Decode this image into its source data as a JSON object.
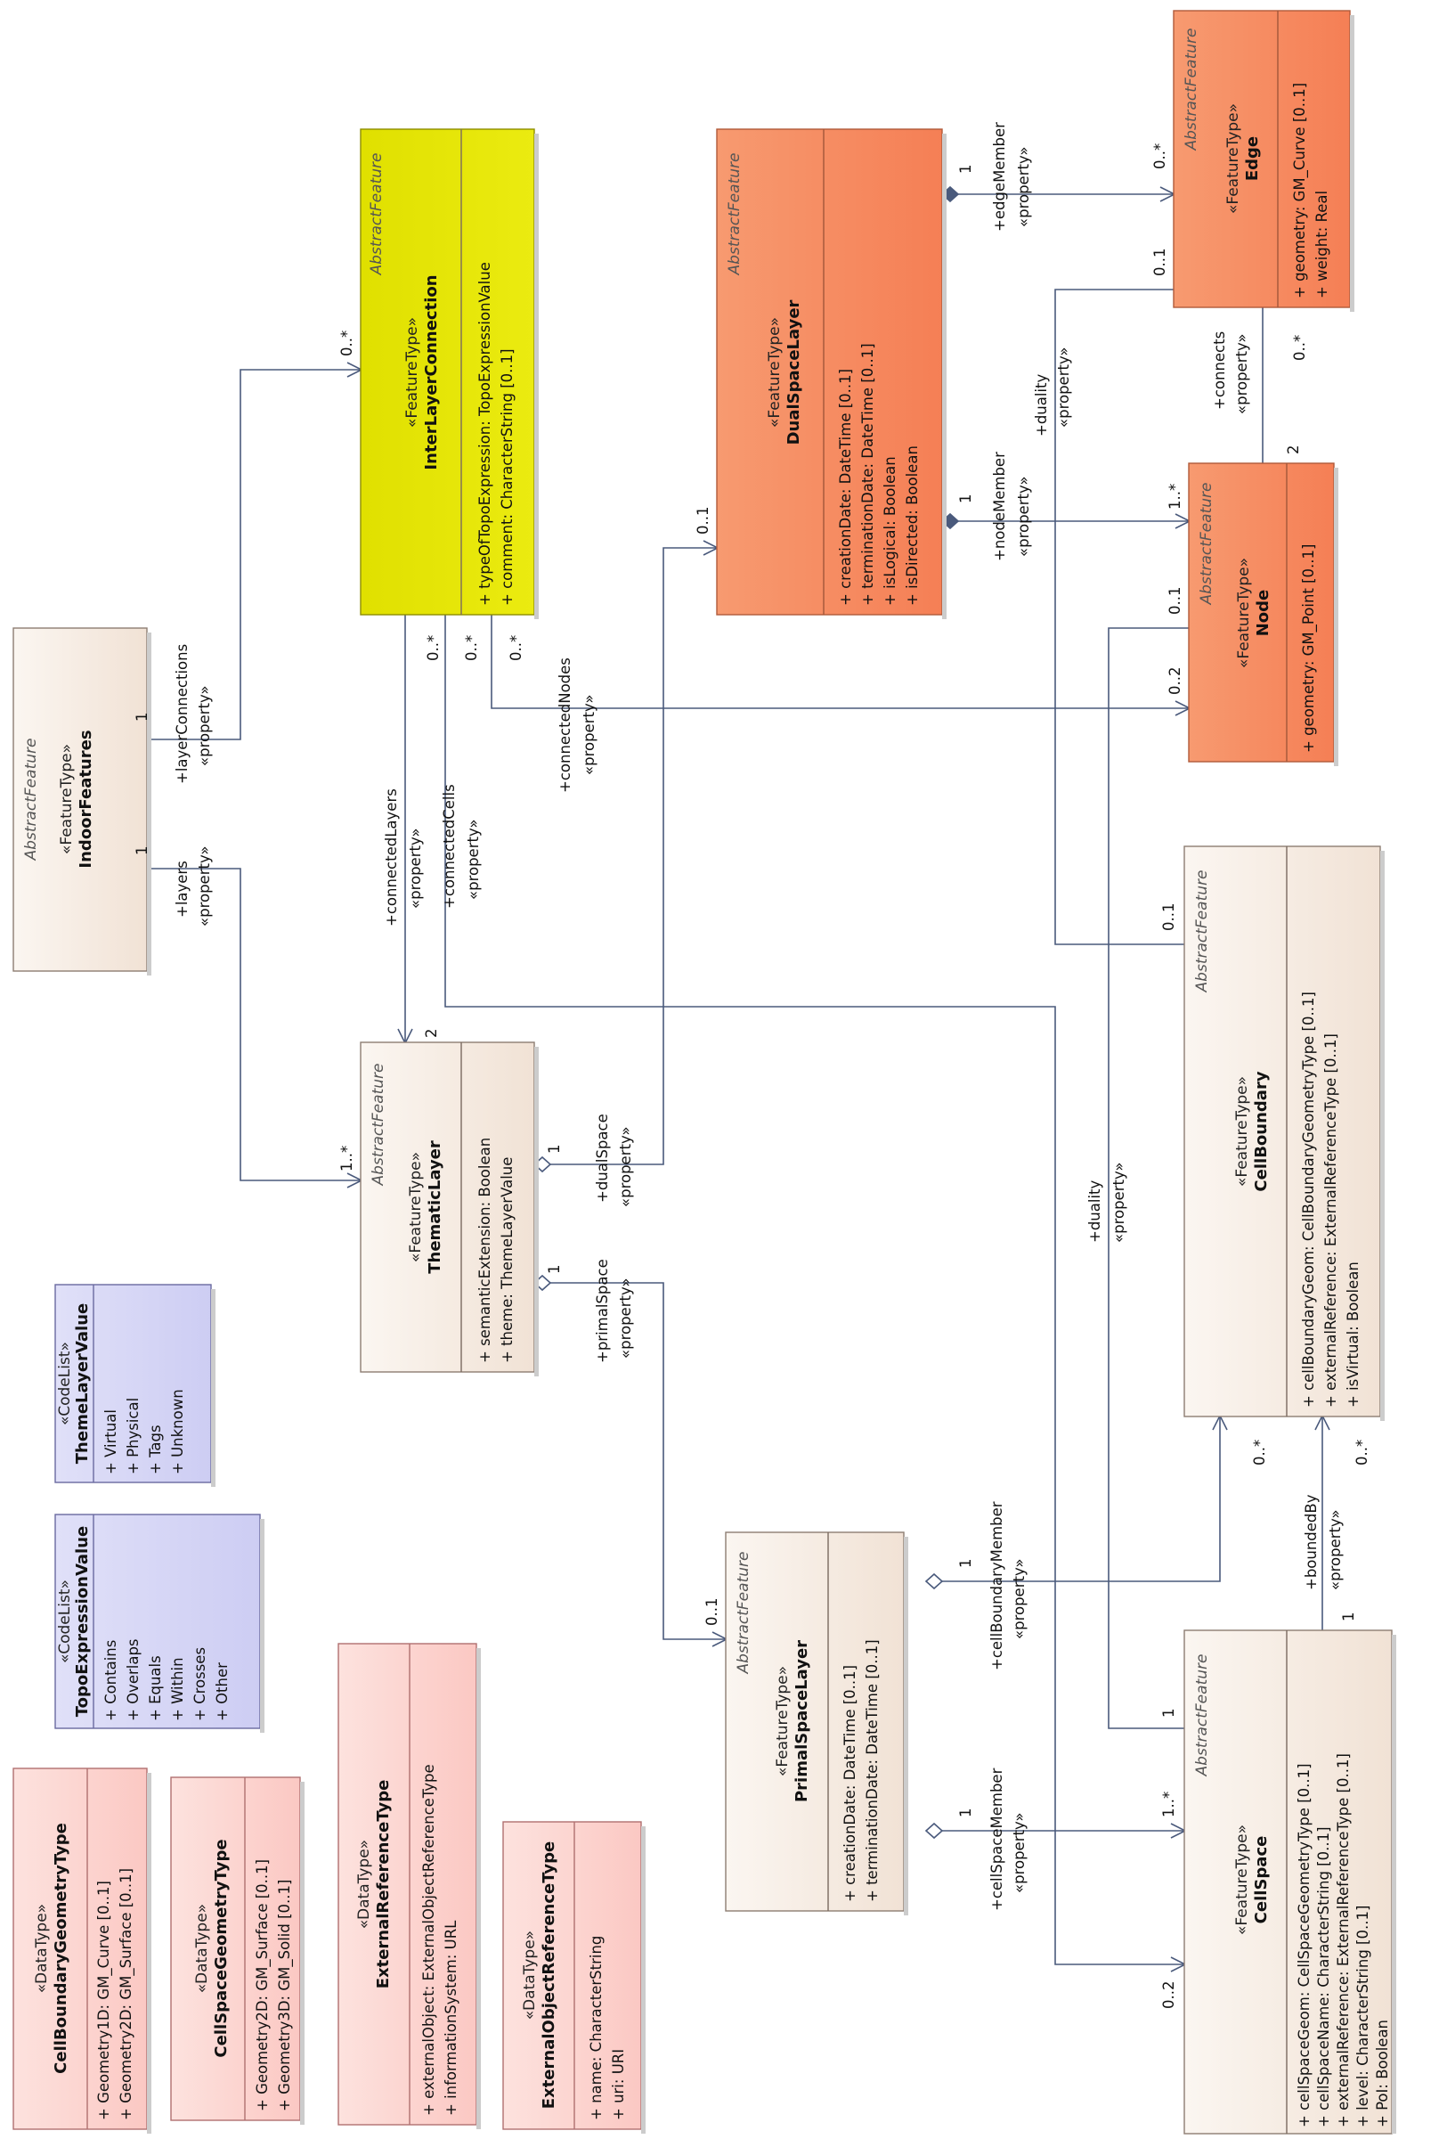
{
  "classes": {
    "indoor_features": {
      "abstract": "AbstractFeature",
      "stereotype": "«FeatureType»",
      "name": "IndoorFeatures"
    },
    "interlayer_connection": {
      "abstract": "AbstractFeature",
      "stereotype": "«FeatureType»",
      "name": "InterLayerConnection",
      "attrs": [
        "+  typeOfTopoExpression: TopoExpressionValue",
        "+  comment: CharacterString [0..1]"
      ]
    },
    "dual_space_layer": {
      "abstract": "AbstractFeature",
      "stereotype": "«FeatureType»",
      "name": "DualSpaceLayer",
      "attrs": [
        "+  creationDate: DateTime [0..1]",
        "+  terminationDate: DateTime [0..1]",
        "+  isLogical: Boolean",
        "+  isDirected: Boolean"
      ]
    },
    "edge": {
      "abstract": "AbstractFeature",
      "stereotype": "«FeatureType»",
      "name": "Edge",
      "attrs": [
        "+  geometry: GM_Curve [0..1]",
        "+  weight: Real"
      ]
    },
    "node": {
      "abstract": "AbstractFeature",
      "stereotype": "«FeatureType»",
      "name": "Node",
      "attrs": [
        "+  geometry: GM_Point [0..1]"
      ]
    },
    "thematic_layer": {
      "abstract": "AbstractFeature",
      "stereotype": "«FeatureType»",
      "name": "ThematicLayer",
      "attrs": [
        "+  semanticExtension: Boolean",
        "+  theme: ThemeLayerValue"
      ]
    },
    "cell_boundary": {
      "abstract": "AbstractFeature",
      "stereotype": "«FeatureType»",
      "name": "CellBoundary",
      "attrs": [
        "+  cellBoundaryGeom: CellBoundaryGeometryType [0..1]",
        "+  externalReference: ExternalReferenceType [0..1]",
        "+  isVirtual: Boolean"
      ]
    },
    "primal_space_layer": {
      "abstract": "AbstractFeature",
      "stereotype": "«FeatureType»",
      "name": "PrimalSpaceLayer",
      "attrs": [
        "+  creationDate: DateTime [0..1]",
        "+  terminationDate: DateTime [0..1]"
      ]
    },
    "cell_space": {
      "abstract": "AbstractFeature",
      "stereotype": "«FeatureType»",
      "name": "CellSpace",
      "attrs": [
        "+  cellSpaceGeom: CellSpaceGeometryType [0..1]",
        "+  cellSpaceName: CharacterString [0..1]",
        "+  externalReference: ExternalReferenceType [0..1]",
        "+  level: CharacterString [0..1]",
        "+  PoI: Boolean"
      ]
    },
    "theme_layer_value": {
      "stereotype": "«CodeList»",
      "name": "ThemeLayerValue",
      "attrs": [
        "+  Virtual",
        "+  Physical",
        "+  Tags",
        "+  Unknown"
      ]
    },
    "topo_expression_value": {
      "stereotype": "«CodeList»",
      "name": "TopoExpressionValue",
      "attrs": [
        "+  Contains",
        "+  Overlaps",
        "+  Equals",
        "+  Within",
        "+  Crosses",
        "+  Other"
      ]
    },
    "cell_boundary_geometry_type": {
      "stereotype": "«DataType»",
      "name": "CellBoundaryGeometryType",
      "attrs": [
        "+  Geometry1D: GM_Curve [0..1]",
        "+  Geometry2D: GM_Surface [0..1]"
      ]
    },
    "cell_space_geometry_type": {
      "stereotype": "«DataType»",
      "name": "CellSpaceGeometryType",
      "attrs": [
        "+  Geometry2D: GM_Surface [0..1]",
        "+  Geometry3D: GM_Solid [0..1]"
      ]
    },
    "external_reference_type": {
      "stereotype": "«DataType»",
      "name": "ExternalReferenceType",
      "attrs": [
        "+  externalObject: ExternalObjectReferenceType",
        "+  informationSystem: URL"
      ]
    },
    "external_object_reference_type": {
      "stereotype": "«DataType»",
      "name": "ExternalObjectReferenceType",
      "attrs": [
        "+  name: CharacterString",
        "+  uri: URI"
      ]
    }
  },
  "labels": {
    "layer_connections": "+layerConnections",
    "layers": "+layers",
    "property": "«property»",
    "connected_layers": "+connectedLayers",
    "connected_cells": "+connectedCells",
    "connected_nodes": "+connectedNodes",
    "edge_member": "+edgeMember",
    "node_member": "+nodeMember",
    "connects": "+connects",
    "duality": "+duality",
    "dual_space": "+dualSpace",
    "primal_space": "+primalSpace",
    "cell_boundary_member": "+cellBoundaryMember",
    "cell_space_member": "+cellSpaceMember",
    "bounded_by": "+boundedBy"
  },
  "multiplicities": {
    "one": "1",
    "two": "2",
    "zero_many": "0..*",
    "one_many": "1..*",
    "zero_one": "0..1",
    "zero_two": "0..2"
  },
  "colors": {
    "feature_fill": "#f3e7dd",
    "interlayer_fill": "#e3e300",
    "dual_fill": "#f7875e",
    "codelist_fill": "#d8d8f5",
    "datatype_fill": "#fcd3d0",
    "connector": "#4a5a7c"
  }
}
